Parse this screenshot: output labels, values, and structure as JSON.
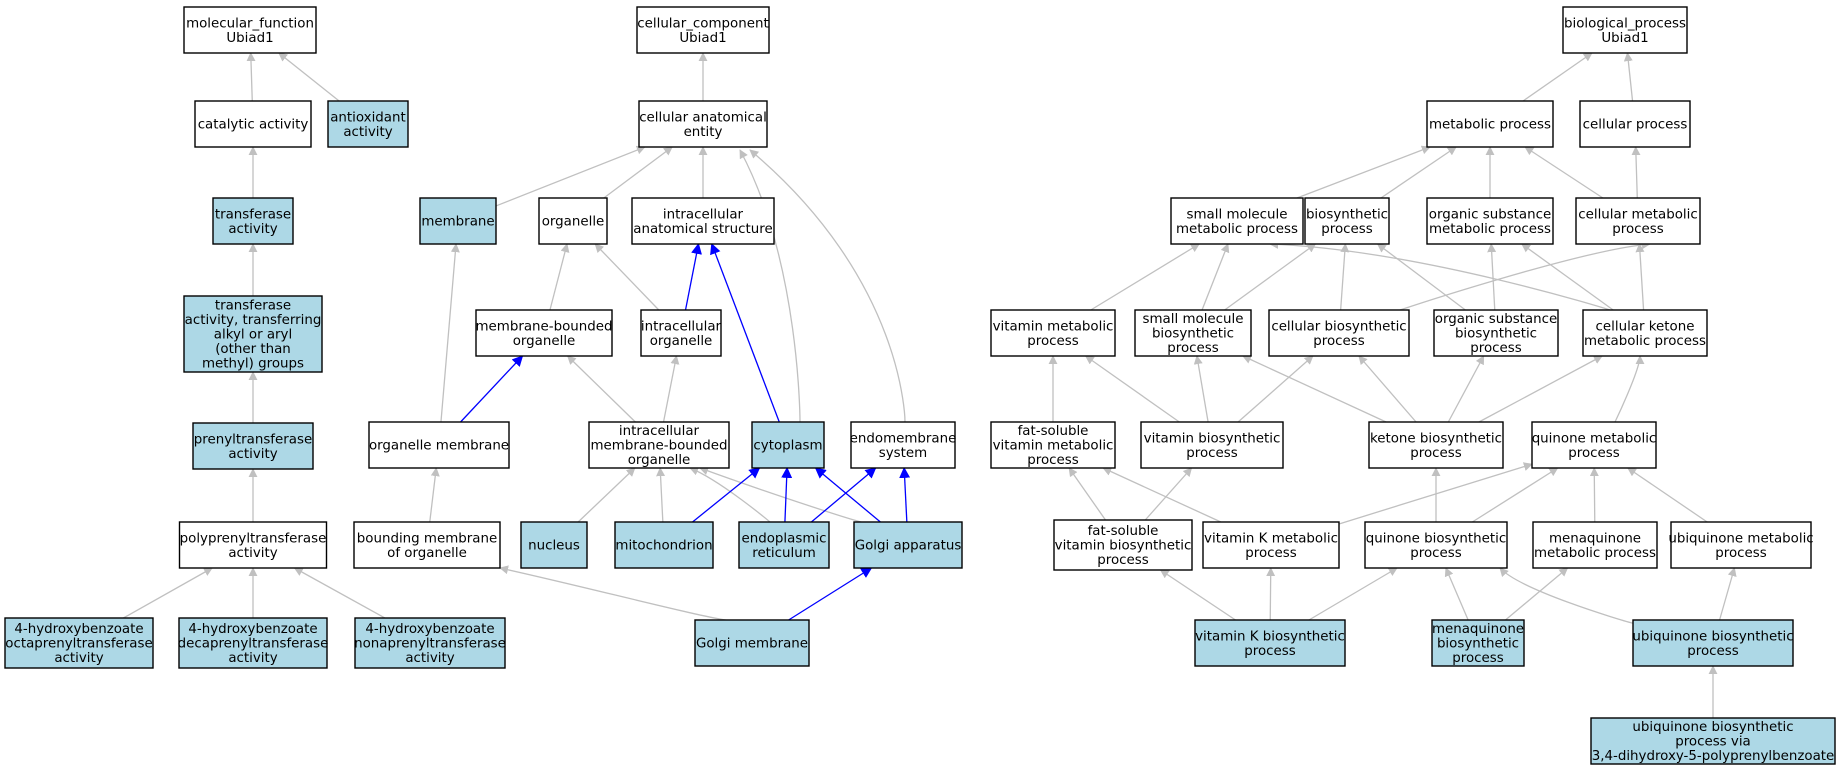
{
  "colors": {
    "highlight": "#add8e6",
    "plain": "#ffffff",
    "edge": "#c0c0c0",
    "edge_strong": "#0000ff"
  },
  "nodes": {
    "mf_root": {
      "lines": [
        "molecular_function",
        "Ubiad1"
      ],
      "hl": false
    },
    "catalytic": {
      "lines": [
        "catalytic activity"
      ],
      "hl": false
    },
    "antioxidant": {
      "lines": [
        "antioxidant",
        "activity"
      ],
      "hl": true
    },
    "transferase": {
      "lines": [
        "transferase",
        "activity"
      ],
      "hl": true
    },
    "transferase_alkyl": {
      "lines": [
        "transferase",
        "activity, transferring",
        "alkyl or aryl",
        "(other than",
        "methyl) groups"
      ],
      "hl": true
    },
    "prenyltransferase": {
      "lines": [
        "prenyltransferase",
        "activity"
      ],
      "hl": true
    },
    "polyprenyltransferase": {
      "lines": [
        "polyprenyltransferase",
        "activity"
      ],
      "hl": false
    },
    "octaprenyl": {
      "lines": [
        "4-hydroxybenzoate",
        "octaprenyltransferase",
        "activity"
      ],
      "hl": true
    },
    "decaprenyl": {
      "lines": [
        "4-hydroxybenzoate",
        "decaprenyltransferase",
        "activity"
      ],
      "hl": true
    },
    "nonaprenyl": {
      "lines": [
        "4-hydroxybenzoate",
        "nonaprenyltransferase",
        "activity"
      ],
      "hl": true
    },
    "cc_root": {
      "lines": [
        "cellular_component",
        "Ubiad1"
      ],
      "hl": false
    },
    "cae": {
      "lines": [
        "cellular anatomical",
        "entity"
      ],
      "hl": false
    },
    "membrane": {
      "lines": [
        "membrane"
      ],
      "hl": true
    },
    "organelle": {
      "lines": [
        "organelle"
      ],
      "hl": false
    },
    "ias": {
      "lines": [
        "intracellular",
        "anatomical structure"
      ],
      "hl": false
    },
    "mbo": {
      "lines": [
        "membrane-bounded",
        "organelle"
      ],
      "hl": false
    },
    "io": {
      "lines": [
        "intracellular",
        "organelle"
      ],
      "hl": false
    },
    "om": {
      "lines": [
        "organelle membrane"
      ],
      "hl": false
    },
    "imbo": {
      "lines": [
        "intracellular",
        "membrane-bounded",
        "organelle"
      ],
      "hl": false
    },
    "cytoplasm": {
      "lines": [
        "cytoplasm"
      ],
      "hl": true
    },
    "endomembrane": {
      "lines": [
        "endomembrane",
        "system"
      ],
      "hl": false
    },
    "bmo": {
      "lines": [
        "bounding membrane",
        "of organelle"
      ],
      "hl": false
    },
    "nucleus": {
      "lines": [
        "nucleus"
      ],
      "hl": true
    },
    "mito": {
      "lines": [
        "mitochondrion"
      ],
      "hl": true
    },
    "er": {
      "lines": [
        "endoplasmic",
        "reticulum"
      ],
      "hl": true
    },
    "golgi": {
      "lines": [
        "Golgi apparatus"
      ],
      "hl": true
    },
    "golgi_mem": {
      "lines": [
        "Golgi membrane"
      ],
      "hl": true
    },
    "bp_root": {
      "lines": [
        "biological_process",
        "Ubiad1"
      ],
      "hl": false
    },
    "metabolic": {
      "lines": [
        "metabolic process"
      ],
      "hl": false
    },
    "cellular_proc": {
      "lines": [
        "cellular process"
      ],
      "hl": false
    },
    "smp": {
      "lines": [
        "small molecule",
        "metabolic process"
      ],
      "hl": false
    },
    "biosyn": {
      "lines": [
        "biosynthetic",
        "process"
      ],
      "hl": false
    },
    "osmp": {
      "lines": [
        "organic substance",
        "metabolic process"
      ],
      "hl": false
    },
    "cmp": {
      "lines": [
        "cellular metabolic",
        "process"
      ],
      "hl": false
    },
    "vmp": {
      "lines": [
        "vitamin metabolic",
        "process"
      ],
      "hl": false
    },
    "smbp": {
      "lines": [
        "small molecule",
        "biosynthetic",
        "process"
      ],
      "hl": false
    },
    "cbp": {
      "lines": [
        "cellular biosynthetic",
        "process"
      ],
      "hl": false
    },
    "osbp": {
      "lines": [
        "organic substance",
        "biosynthetic",
        "process"
      ],
      "hl": false
    },
    "ckmp": {
      "lines": [
        "cellular ketone",
        "metabolic process"
      ],
      "hl": false
    },
    "fsvmp": {
      "lines": [
        "fat-soluble",
        "vitamin metabolic",
        "process"
      ],
      "hl": false
    },
    "vbp": {
      "lines": [
        "vitamin biosynthetic",
        "process"
      ],
      "hl": false
    },
    "kbp": {
      "lines": [
        "ketone biosynthetic",
        "process"
      ],
      "hl": false
    },
    "qmp": {
      "lines": [
        "quinone metabolic",
        "process"
      ],
      "hl": false
    },
    "fsvbp": {
      "lines": [
        "fat-soluble",
        "vitamin biosynthetic",
        "process"
      ],
      "hl": false
    },
    "vkmp": {
      "lines": [
        "vitamin K metabolic",
        "process"
      ],
      "hl": false
    },
    "qbp": {
      "lines": [
        "quinone biosynthetic",
        "process"
      ],
      "hl": false
    },
    "mqmp": {
      "lines": [
        "menaquinone",
        "metabolic process"
      ],
      "hl": false
    },
    "uqmp": {
      "lines": [
        "ubiquinone metabolic",
        "process"
      ],
      "hl": false
    },
    "vkbp": {
      "lines": [
        "vitamin K biosynthetic",
        "process"
      ],
      "hl": true
    },
    "mqbp": {
      "lines": [
        "menaquinone",
        "biosynthetic",
        "process"
      ],
      "hl": true
    },
    "uqbp": {
      "lines": [
        "ubiquinone biosynthetic",
        "process"
      ],
      "hl": true
    },
    "uqbp_via": {
      "lines": [
        "ubiquinone biosynthetic",
        "process via",
        "3,4-dihydroxy-5-polyprenylbenzoate"
      ],
      "hl": true
    }
  },
  "edges": [
    {
      "from": "catalytic",
      "to": "mf_root",
      "strong": false
    },
    {
      "from": "antioxidant",
      "to": "mf_root",
      "strong": false
    },
    {
      "from": "transferase",
      "to": "catalytic",
      "strong": false
    },
    {
      "from": "transferase_alkyl",
      "to": "transferase",
      "strong": false
    },
    {
      "from": "prenyltransferase",
      "to": "transferase_alkyl",
      "strong": false
    },
    {
      "from": "polyprenyltransferase",
      "to": "prenyltransferase",
      "strong": false
    },
    {
      "from": "octaprenyl",
      "to": "polyprenyltransferase",
      "strong": false
    },
    {
      "from": "decaprenyl",
      "to": "polyprenyltransferase",
      "strong": false
    },
    {
      "from": "nonaprenyl",
      "to": "polyprenyltransferase",
      "strong": false
    },
    {
      "from": "cae",
      "to": "cc_root",
      "strong": false
    },
    {
      "from": "membrane",
      "to": "cae",
      "strong": false
    },
    {
      "from": "organelle",
      "to": "cae",
      "strong": false
    },
    {
      "from": "ias",
      "to": "cae",
      "strong": false
    },
    {
      "from": "cytoplasm",
      "to": "cae",
      "strong": false
    },
    {
      "from": "endomembrane",
      "to": "cae",
      "strong": false
    },
    {
      "from": "mbo",
      "to": "organelle",
      "strong": false
    },
    {
      "from": "io",
      "to": "organelle",
      "strong": false
    },
    {
      "from": "io",
      "to": "ias",
      "strong": true
    },
    {
      "from": "cytoplasm",
      "to": "ias",
      "strong": true
    },
    {
      "from": "om",
      "to": "membrane",
      "strong": false
    },
    {
      "from": "om",
      "to": "mbo",
      "strong": true
    },
    {
      "from": "imbo",
      "to": "mbo",
      "strong": false
    },
    {
      "from": "imbo",
      "to": "io",
      "strong": false
    },
    {
      "from": "bmo",
      "to": "om",
      "strong": false
    },
    {
      "from": "nucleus",
      "to": "imbo",
      "strong": false
    },
    {
      "from": "mito",
      "to": "imbo",
      "strong": false
    },
    {
      "from": "er",
      "to": "imbo",
      "strong": false
    },
    {
      "from": "golgi",
      "to": "imbo",
      "strong": false
    },
    {
      "from": "mito",
      "to": "cytoplasm",
      "strong": true
    },
    {
      "from": "er",
      "to": "cytoplasm",
      "strong": true
    },
    {
      "from": "golgi",
      "to": "cytoplasm",
      "strong": true
    },
    {
      "from": "er",
      "to": "endomembrane",
      "strong": true
    },
    {
      "from": "golgi",
      "to": "endomembrane",
      "strong": true
    },
    {
      "from": "golgi_mem",
      "to": "bmo",
      "strong": false
    },
    {
      "from": "golgi_mem",
      "to": "golgi",
      "strong": true
    },
    {
      "from": "metabolic",
      "to": "bp_root",
      "strong": false
    },
    {
      "from": "cellular_proc",
      "to": "bp_root",
      "strong": false
    },
    {
      "from": "smp",
      "to": "metabolic",
      "strong": false
    },
    {
      "from": "biosyn",
      "to": "metabolic",
      "strong": false
    },
    {
      "from": "osmp",
      "to": "metabolic",
      "strong": false
    },
    {
      "from": "cmp",
      "to": "metabolic",
      "strong": false
    },
    {
      "from": "cmp",
      "to": "cellular_proc",
      "strong": false
    },
    {
      "from": "vmp",
      "to": "smp",
      "strong": false
    },
    {
      "from": "smbp",
      "to": "smp",
      "strong": false
    },
    {
      "from": "smbp",
      "to": "biosyn",
      "strong": false
    },
    {
      "from": "cbp",
      "to": "biosyn",
      "strong": false
    },
    {
      "from": "cbp",
      "to": "cmp",
      "strong": false
    },
    {
      "from": "osbp",
      "to": "biosyn",
      "strong": false
    },
    {
      "from": "osbp",
      "to": "osmp",
      "strong": false
    },
    {
      "from": "ckmp",
      "to": "smp",
      "strong": false
    },
    {
      "from": "ckmp",
      "to": "osmp",
      "strong": false
    },
    {
      "from": "ckmp",
      "to": "cmp",
      "strong": false
    },
    {
      "from": "fsvmp",
      "to": "vmp",
      "strong": false
    },
    {
      "from": "vbp",
      "to": "vmp",
      "strong": false
    },
    {
      "from": "vbp",
      "to": "smbp",
      "strong": false
    },
    {
      "from": "vbp",
      "to": "cbp",
      "strong": false
    },
    {
      "from": "kbp",
      "to": "smbp",
      "strong": false
    },
    {
      "from": "kbp",
      "to": "cbp",
      "strong": false
    },
    {
      "from": "kbp",
      "to": "osbp",
      "strong": false
    },
    {
      "from": "kbp",
      "to": "ckmp",
      "strong": false
    },
    {
      "from": "qmp",
      "to": "ckmp",
      "strong": false
    },
    {
      "from": "fsvbp",
      "to": "fsvmp",
      "strong": false
    },
    {
      "from": "fsvbp",
      "to": "vbp",
      "strong": false
    },
    {
      "from": "vkmp",
      "to": "fsvmp",
      "strong": false
    },
    {
      "from": "vkmp",
      "to": "qmp",
      "strong": false
    },
    {
      "from": "qbp",
      "to": "kbp",
      "strong": false
    },
    {
      "from": "qbp",
      "to": "qmp",
      "strong": false
    },
    {
      "from": "mqmp",
      "to": "qmp",
      "strong": false
    },
    {
      "from": "uqmp",
      "to": "qmp",
      "strong": false
    },
    {
      "from": "vkbp",
      "to": "fsvbp",
      "strong": false
    },
    {
      "from": "vkbp",
      "to": "vkmp",
      "strong": false
    },
    {
      "from": "vkbp",
      "to": "qbp",
      "strong": false
    },
    {
      "from": "mqbp",
      "to": "qbp",
      "strong": false
    },
    {
      "from": "mqbp",
      "to": "mqmp",
      "strong": false
    },
    {
      "from": "uqbp",
      "to": "qbp",
      "strong": false
    },
    {
      "from": "uqbp",
      "to": "uqmp",
      "strong": false
    },
    {
      "from": "uqbp_via",
      "to": "uqbp",
      "strong": false
    }
  ]
}
